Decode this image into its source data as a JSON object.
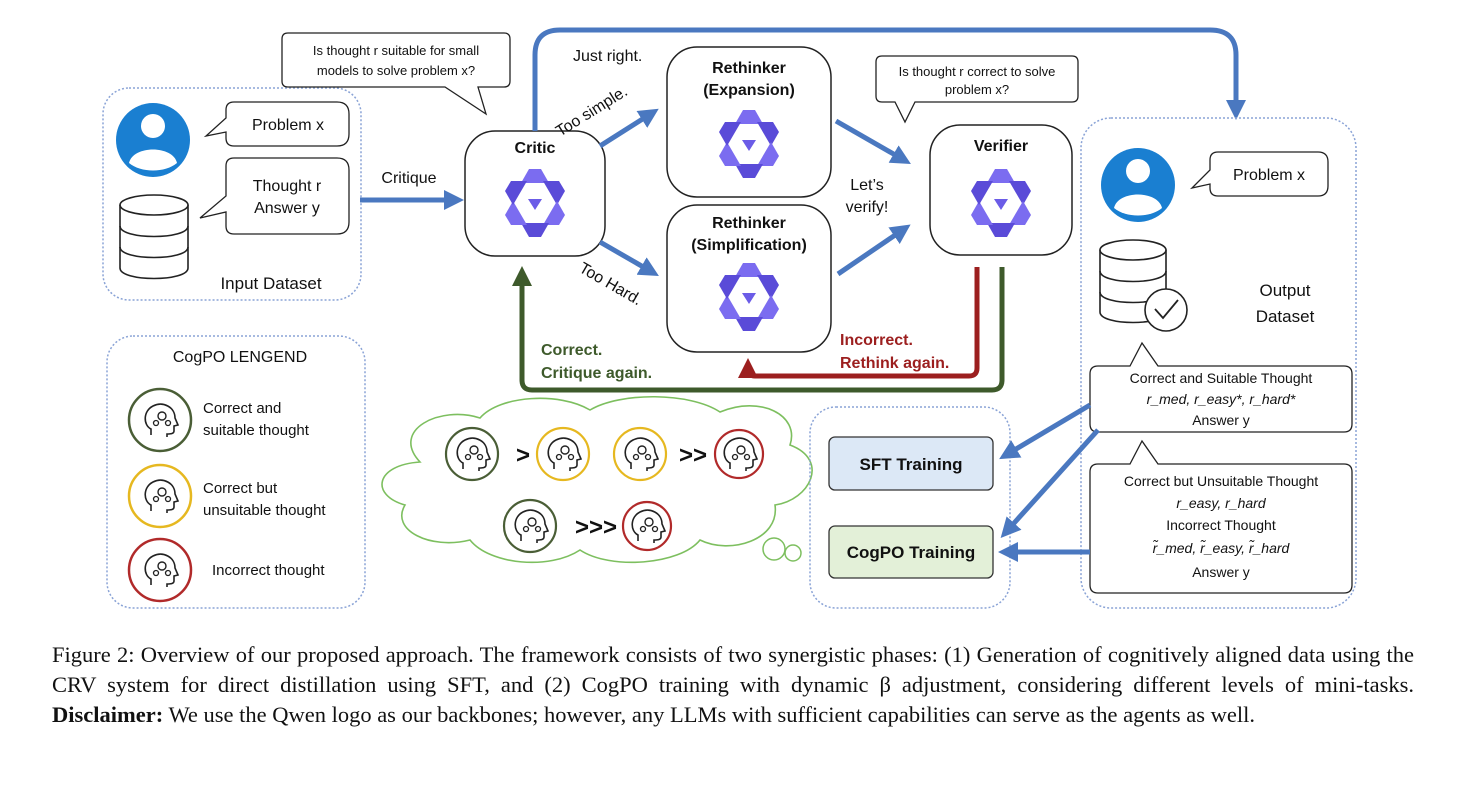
{
  "input_panel": {
    "problem_bubble": "Problem x",
    "thought_answer_lines": [
      "Thought r",
      "Answer y"
    ],
    "title": "Input Dataset"
  },
  "labels": {
    "critique": "Critique",
    "just_right": "Just right.",
    "too_simple": "Too simple.",
    "too_hard": "Too Hard.",
    "lets_verify_lines": [
      "Let’s",
      "verify!"
    ],
    "correct_lines": [
      "Correct.",
      "Critique again."
    ],
    "incorrect_lines": [
      "Incorrect.",
      "Rethink again."
    ]
  },
  "callouts": {
    "critic_question_lines": [
      "Is thought r suitable for small",
      "models to solve problem x?"
    ],
    "verifier_question_lines": [
      "Is thought r correct to solve",
      "problem x?"
    ]
  },
  "agents": {
    "critic": "Critic",
    "rethinker_expansion_lines": [
      "Rethinker",
      "(Expansion)"
    ],
    "rethinker_simplification_lines": [
      "Rethinker",
      "(Simplification)"
    ],
    "verifier": "Verifier"
  },
  "output_panel": {
    "problem_bubble": "Problem x",
    "title_lines": [
      "Output",
      "Dataset"
    ],
    "suitable_lines": [
      "Correct and Suitable Thought",
      "r_med, r_easy*, r_hard*",
      "Answer y"
    ],
    "unsuitable_lines": [
      "Correct but Unsuitable Thought",
      "r_easy, r_hard",
      "Incorrect Thought",
      "r̃_med, r̃_easy, r̃_hard",
      "Answer y"
    ]
  },
  "legend": {
    "title": "CogPO LENGEND",
    "items": [
      {
        "lines": [
          "Correct and",
          "suitable thought"
        ],
        "color": "#4a5e36"
      },
      {
        "lines": [
          "Correct but",
          "unsuitable thought"
        ],
        "color": "#e6b820"
      },
      {
        "lines": [
          "Incorrect thought"
        ],
        "color": "#b12a2a"
      }
    ]
  },
  "cloud": {
    "row1_ops": [
      ">",
      ">>"
    ],
    "row2_op": ">>>"
  },
  "training": {
    "sft": "SFT Training",
    "cogpo": "CogPO Training"
  },
  "colors": {
    "arrow_blue": "#4a78c0",
    "correct_green": "#3e5a2b",
    "incorrect_red": "#9c1f1f",
    "agent_purple": "#6b5ce7",
    "user_blue": "#1a7fd1",
    "sft_fill": "#dce8f6",
    "cogpo_fill": "#e3f0d8"
  },
  "caption": {
    "text": "Figure 2: Overview of our proposed approach. The framework consists of two synergistic phases: (1) Generation of cognitively aligned data using the CRV system for direct distillation using SFT, and (2) CogPO training with dynamic β adjustment, considering different levels of mini-tasks.",
    "disclaimer_label": "Disclaimer:",
    "disclaimer_text": "We use the Qwen logo as our backbones; however, any LLMs with sufficient capabilities can serve as the agents as well."
  }
}
